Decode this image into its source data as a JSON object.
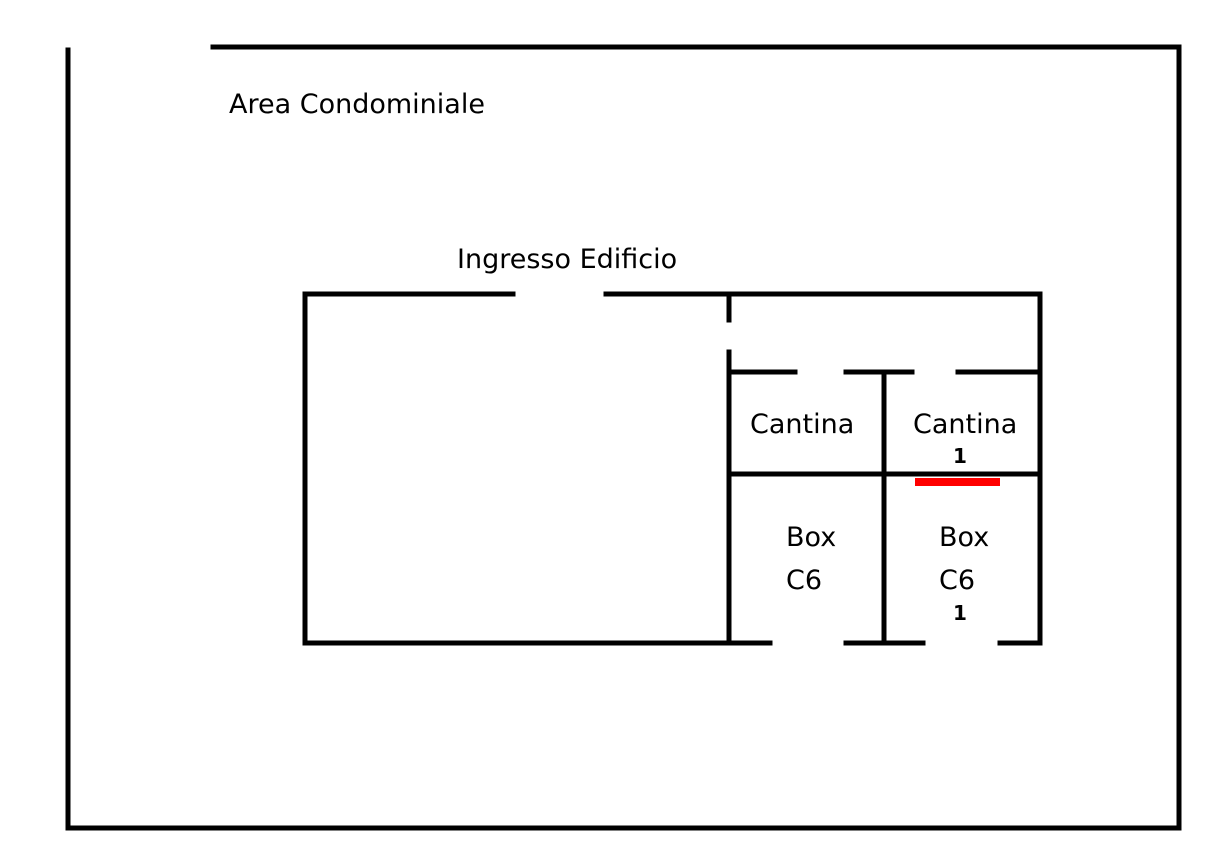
{
  "labels": {
    "area": "Area Condominiale",
    "entrance": "Ingresso Edificio",
    "cellar_left": "Cantina",
    "cellar_right": "Cantina",
    "cellar_right_number": "1",
    "box_left_line1": "Box",
    "box_left_line2": "C6",
    "box_right_line1": "Box",
    "box_right_line2": "C6",
    "box_right_number": "1"
  },
  "colors": {
    "walls": "#000000",
    "marker": "#ff0000",
    "background": "#ffffff"
  }
}
